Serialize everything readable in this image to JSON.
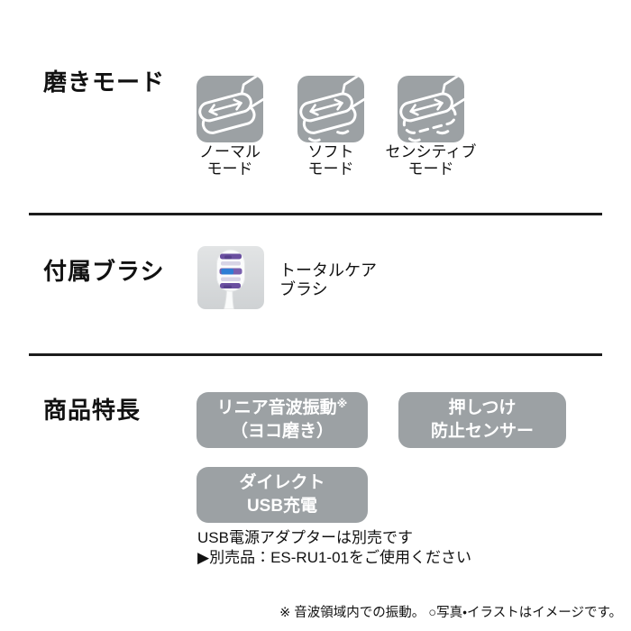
{
  "colors": {
    "background": "#ffffff",
    "text": "#111111",
    "divider": "#1c1c1c",
    "icon_tile_gray": "#9ca1a4",
    "badge_gray": "#9ca1a4",
    "badge_text": "#ffffff",
    "brush_tile_gray": "#d8dadb",
    "bristle_purple": "#6a4fa0",
    "bristle_blue": "#2e7ed5"
  },
  "sections": {
    "brush_modes": {
      "heading": "磨きモード",
      "items": [
        {
          "icon": "vibration-normal-icon",
          "label_line1": "ノーマル",
          "label_line2": "モード"
        },
        {
          "icon": "vibration-soft-icon",
          "label_line1": "ソフト",
          "label_line2": "モード"
        },
        {
          "icon": "vibration-sensitive-icon",
          "label_line1": "センシティブ",
          "label_line2": "モード"
        }
      ]
    },
    "included_brush": {
      "heading": "付属ブラシ",
      "image": "total-care-brush-image",
      "label_line1": "トータルケア",
      "label_line2": "ブラシ"
    },
    "product_features": {
      "heading": "商品特長",
      "badges": [
        {
          "line1": "リニア音波振動",
          "line1_sup": "※",
          "line2": "（ヨコ磨き）"
        },
        {
          "line1": "押しつけ",
          "line1_sup": "",
          "line2": "防止センサー"
        },
        {
          "line1": "ダイレクト",
          "line1_sup": "",
          "line2": "USB充電"
        }
      ],
      "notes": [
        "USB電源アダプターは別売です",
        "▶別売品：ES-RU1-01をご使用ください"
      ]
    }
  },
  "footnote": "※ 音波領域内での振動。 ○写真・イラストはイメージです。"
}
